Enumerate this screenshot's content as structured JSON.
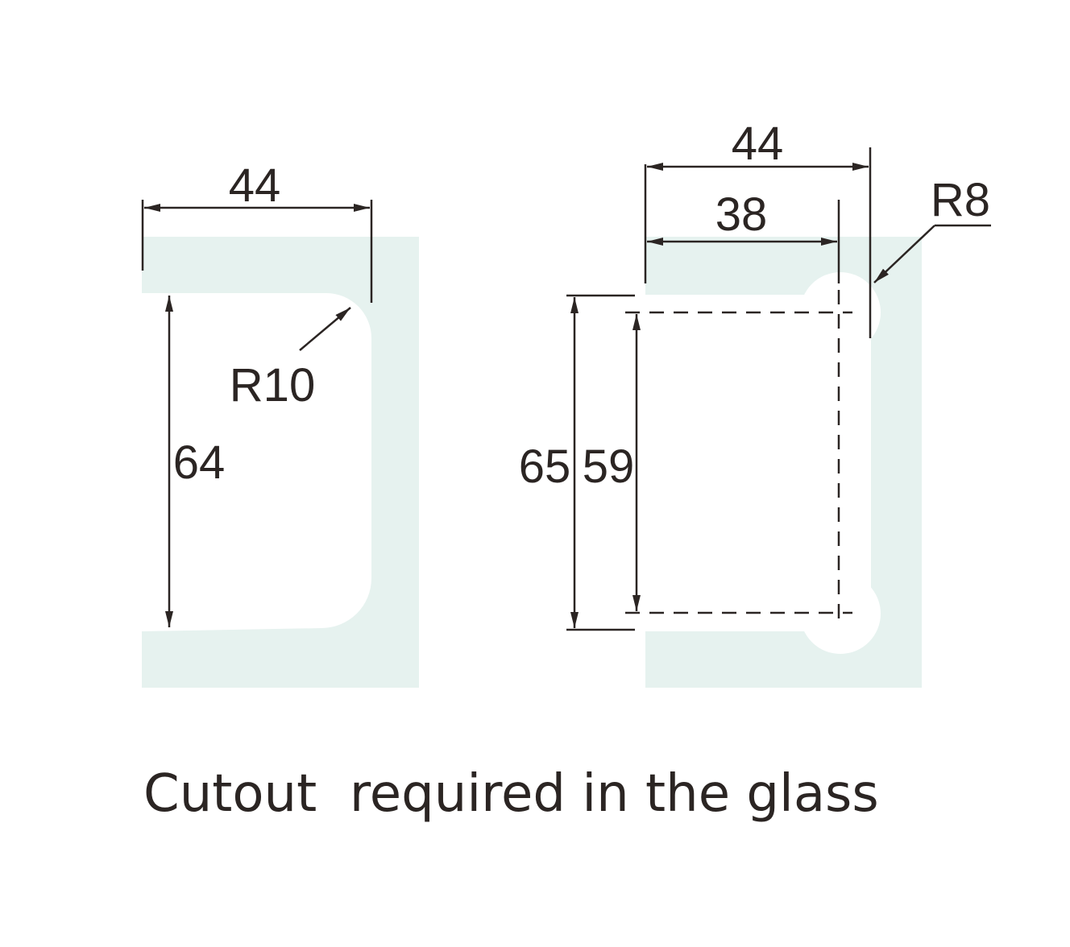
{
  "colors": {
    "glass": "#e6f2ef",
    "line": "#2b2523",
    "background": "#ffffff"
  },
  "left_cutout": {
    "width_label": "44",
    "height_label": "64",
    "radius_label": "R10"
  },
  "right_cutout": {
    "outer_width_label": "44",
    "inner_width_label": "38",
    "outer_height_label": "65",
    "inner_height_label": "59",
    "radius_label": "R8"
  },
  "caption": "Cutout  required in the glass"
}
